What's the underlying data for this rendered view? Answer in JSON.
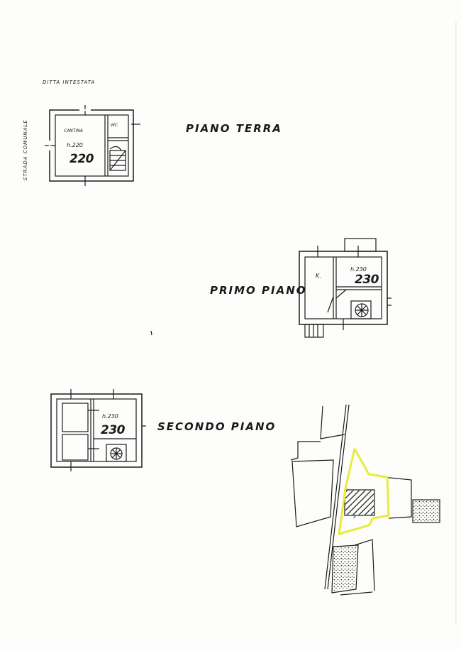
{
  "owner_label": "DITTA INTESTATA",
  "road_label": "STRADA COMUNALE",
  "ground_floor": {
    "title": "PIANO TERRA",
    "room_label": "CANTINA",
    "wc_label": "WC.",
    "height_label": "h.220",
    "height_value": "220"
  },
  "first_floor": {
    "title": "PRIMO PIANO",
    "room_label": "K.",
    "height_label": "h.230",
    "height_value": "230"
  },
  "second_floor": {
    "title": "SECONDO PIANO",
    "height_label": "h.230",
    "height_value": "230"
  },
  "site_plan": {
    "number_label": "3",
    "highlight_color": "#e8ec3a"
  },
  "colors": {
    "ink": "#1a1a1a",
    "paper": "#fdfdfb"
  }
}
